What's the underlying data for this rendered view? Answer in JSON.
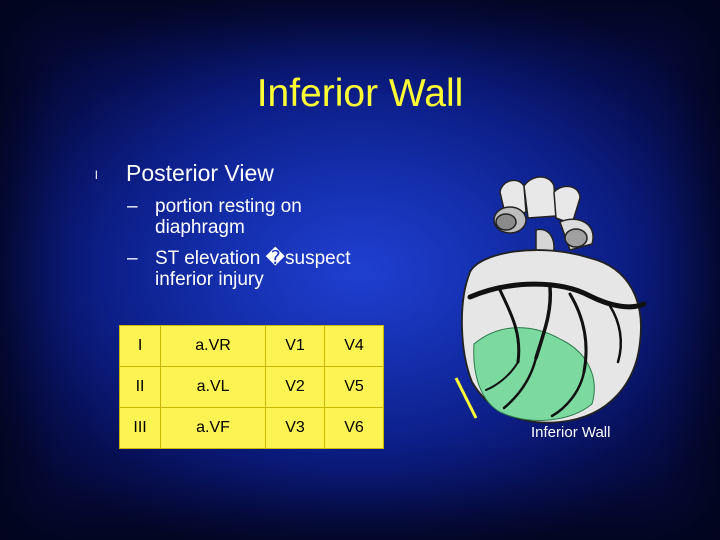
{
  "slide": {
    "title": "Inferior Wall",
    "bullet_marker": "l",
    "bullet": "Posterior View",
    "sub_dash": "–",
    "sub1": [
      "portion resting on",
      "diaphragm"
    ],
    "sub2": [
      "ST elevation �suspect",
      "inferior injury"
    ],
    "caption": "Inferior Wall"
  },
  "leads_table": {
    "rows": [
      [
        "I",
        "a.VR",
        "V1",
        "V4"
      ],
      [
        "II",
        "a.VL",
        "V2",
        "V5"
      ],
      [
        "III",
        "a.VF",
        "V3",
        "V6"
      ]
    ]
  },
  "colors": {
    "title": "#ffff33",
    "background": "#1530b0",
    "table_fill": "#fdf353",
    "inferior_wall_highlight": "#7cd9a0"
  }
}
